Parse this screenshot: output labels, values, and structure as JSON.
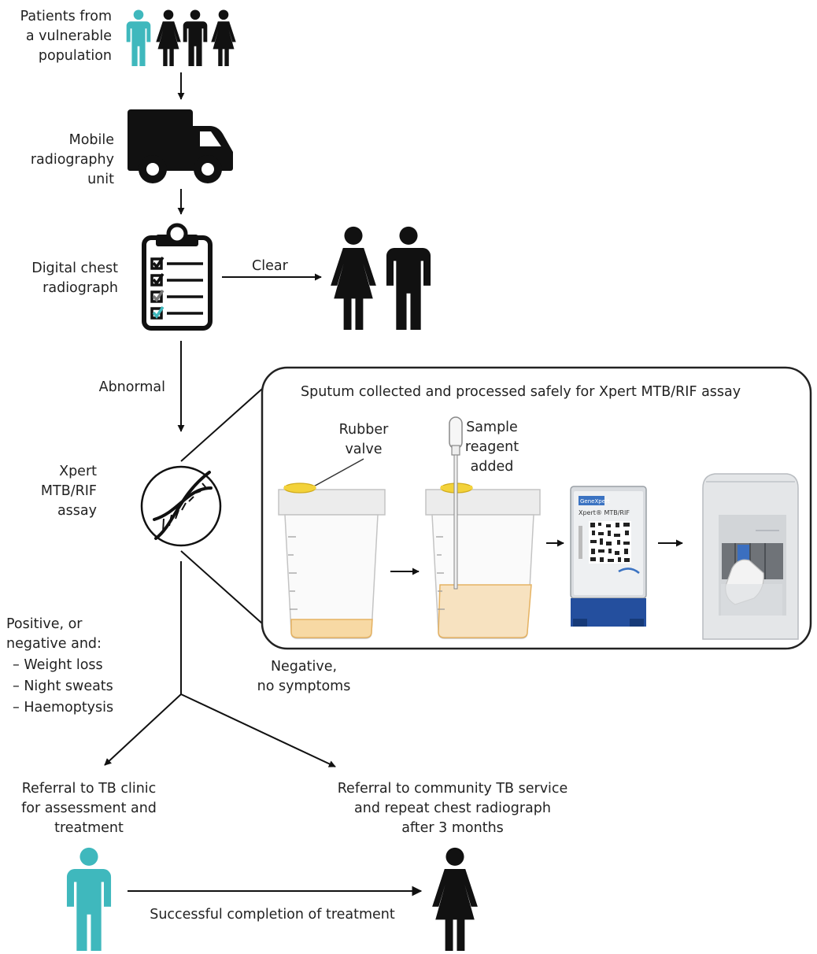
{
  "colors": {
    "teal": "#3fb8bd",
    "black": "#111111",
    "cup_lid": "#e0e0e0",
    "cup_liquid": "#f7d9a4",
    "valve": "#f3d23a",
    "cartridge_blue": "#244f9e",
    "panel_border": "#222222"
  },
  "steps": {
    "patients": [
      "Patients from",
      "a vulnerable",
      "population"
    ],
    "mobile": [
      "Mobile",
      "radiography",
      "unit"
    ],
    "digital": [
      "Digital chest",
      "radiograph"
    ],
    "clear": "Clear",
    "abnormal": "Abnormal",
    "xpert": [
      "Xpert",
      "MTB/RIF",
      "assay"
    ]
  },
  "panel": {
    "title": "Sputum collected and processed safely for Xpert MTB/RIF assay",
    "rubber": [
      "Rubber",
      "valve"
    ],
    "sample": [
      "Sample",
      "reagent",
      "added"
    ],
    "cartridge_brand": "GeneXpert",
    "cartridge_product": "Xpert® MTB/RIF"
  },
  "branches": {
    "positive": [
      "Positive, or",
      "negative and:",
      "– Weight loss",
      "– Night sweats",
      "– Haemoptysis"
    ],
    "negative": [
      "Negative,",
      "no symptoms"
    ]
  },
  "outcomes": {
    "tb_clinic": [
      "Referral to TB clinic",
      "for assessment and",
      "treatment"
    ],
    "community": [
      "Referral to community TB service",
      "and repeat chest radiograph",
      "after 3 months"
    ],
    "completion": "Successful completion of treatment"
  },
  "icons": [
    "person-icon",
    "truck-icon",
    "clipboard-icon",
    "dna-icon",
    "specimen-cup-icon",
    "pipette-icon",
    "cartridge-icon",
    "genexpert-machine-icon",
    "arrow-icon"
  ]
}
